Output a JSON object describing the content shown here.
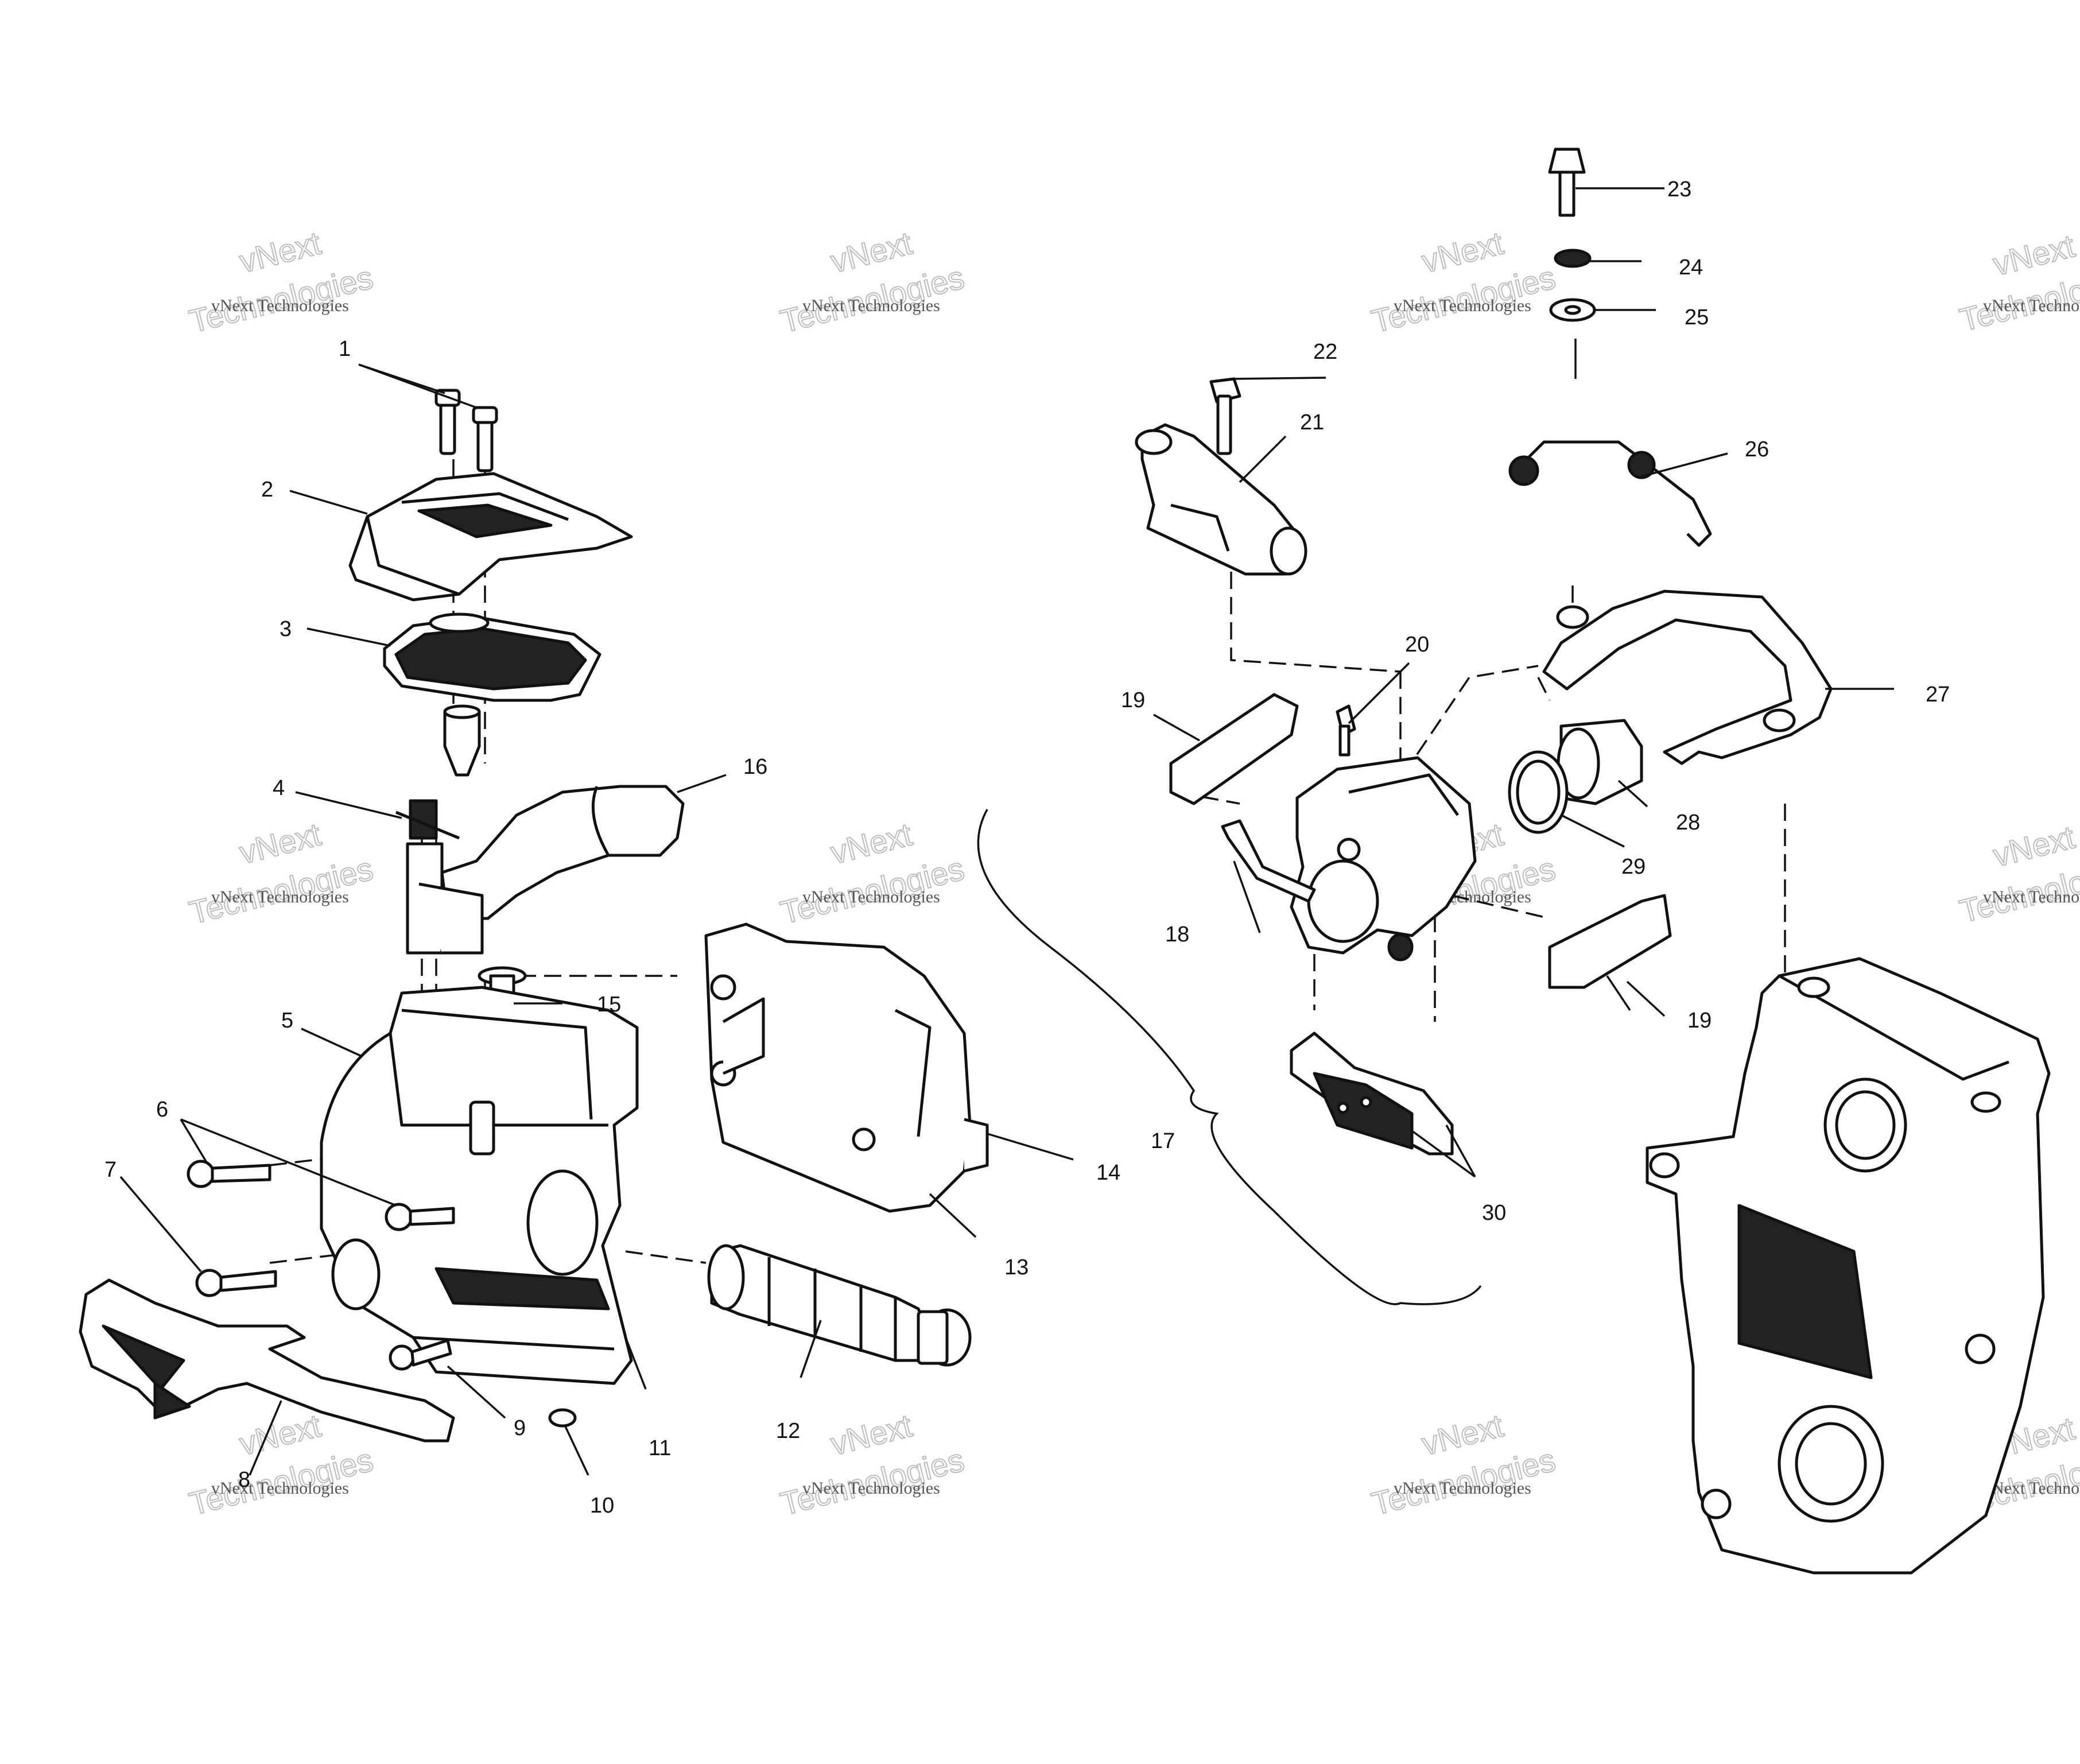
{
  "diagram": {
    "watermark": {
      "line1": "vNext Technologies",
      "line2": "vNext",
      "line3": "Technologies"
    },
    "callouts": [
      {
        "id": "1",
        "label": "1"
      },
      {
        "id": "2",
        "label": "2"
      },
      {
        "id": "3",
        "label": "3"
      },
      {
        "id": "4",
        "label": "4"
      },
      {
        "id": "5",
        "label": "5"
      },
      {
        "id": "6",
        "label": "6"
      },
      {
        "id": "7",
        "label": "7"
      },
      {
        "id": "8",
        "label": "8"
      },
      {
        "id": "9",
        "label": "9"
      },
      {
        "id": "10",
        "label": "10"
      },
      {
        "id": "11",
        "label": "11"
      },
      {
        "id": "12",
        "label": "12"
      },
      {
        "id": "13",
        "label": "13"
      },
      {
        "id": "14",
        "label": "14"
      },
      {
        "id": "15",
        "label": "15"
      },
      {
        "id": "16",
        "label": "16"
      },
      {
        "id": "17",
        "label": "17"
      },
      {
        "id": "18",
        "label": "18"
      },
      {
        "id": "19a",
        "label": "19"
      },
      {
        "id": "19b",
        "label": "19"
      },
      {
        "id": "20",
        "label": "20"
      },
      {
        "id": "21",
        "label": "21"
      },
      {
        "id": "22",
        "label": "22"
      },
      {
        "id": "23",
        "label": "23"
      },
      {
        "id": "24",
        "label": "24"
      },
      {
        "id": "25",
        "label": "25"
      },
      {
        "id": "26",
        "label": "26"
      },
      {
        "id": "27",
        "label": "27"
      },
      {
        "id": "28",
        "label": "28"
      },
      {
        "id": "29",
        "label": "29"
      },
      {
        "id": "30",
        "label": "30"
      }
    ]
  }
}
